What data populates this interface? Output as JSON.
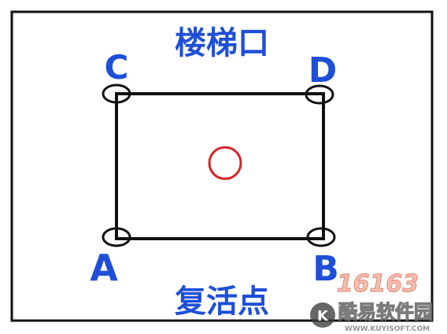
{
  "labels": {
    "top": "楼梯口",
    "bottom": "复活点",
    "corner_c": "C",
    "corner_d": "D",
    "corner_a": "A",
    "corner_b": "B"
  },
  "watermark": {
    "number": "16163",
    "name": "酷易软件园",
    "url": "WWW.KUYISOFT.COM",
    "logo_letter": "K"
  },
  "colors": {
    "ink": "#111111",
    "label_blue": "#1f4fd8",
    "marker_red": "#d42424"
  }
}
